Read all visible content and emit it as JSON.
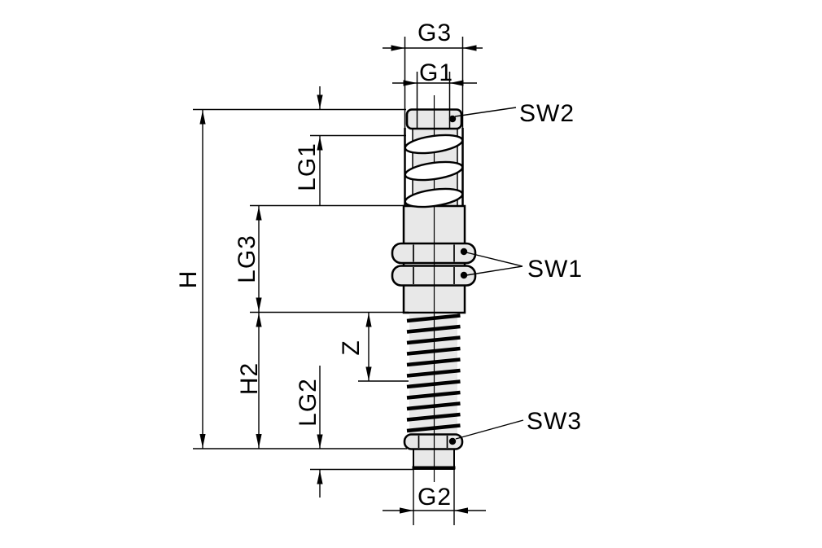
{
  "drawing": {
    "type": "technical dimension drawing",
    "colors": {
      "background": "#ffffff",
      "line": "#000000",
      "part_fill": "#e8e8e8",
      "coil_fill": "#ffffff"
    },
    "labels": {
      "g3": "G3",
      "g1": "G1",
      "sw2": "SW2",
      "h": "H",
      "lg1": "LG1",
      "lg3": "LG3",
      "sw1": "SW1",
      "z": "Z",
      "h2": "H2",
      "lg2": "LG2",
      "sw3": "SW3",
      "g2": "G2"
    }
  }
}
